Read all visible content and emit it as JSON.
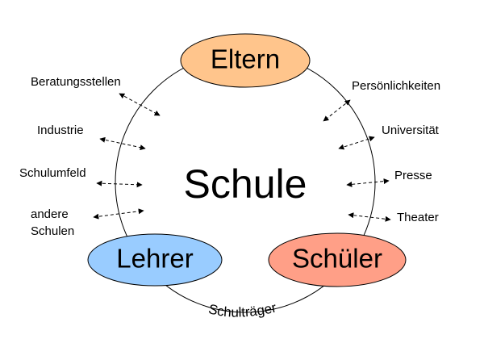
{
  "center": {
    "label": "Schule"
  },
  "nodes": {
    "parents": {
      "label": "Eltern",
      "color": "#ffc58c"
    },
    "teachers": {
      "label": "Lehrer",
      "color": "#99ccff"
    },
    "students": {
      "label": "Schüler",
      "color": "#ff9f87"
    }
  },
  "curve_label": "Schulträger",
  "left_partners": [
    {
      "label": "Beratungsstellen"
    },
    {
      "label": "Industrie"
    },
    {
      "label": "Schulumfeld"
    },
    {
      "label_line1": "andere",
      "label_line2": "Schulen"
    }
  ],
  "right_partners": [
    {
      "label": "Persönlichkeiten"
    },
    {
      "label": "Universität"
    },
    {
      "label": "Presse"
    },
    {
      "label": "Theater"
    }
  ]
}
